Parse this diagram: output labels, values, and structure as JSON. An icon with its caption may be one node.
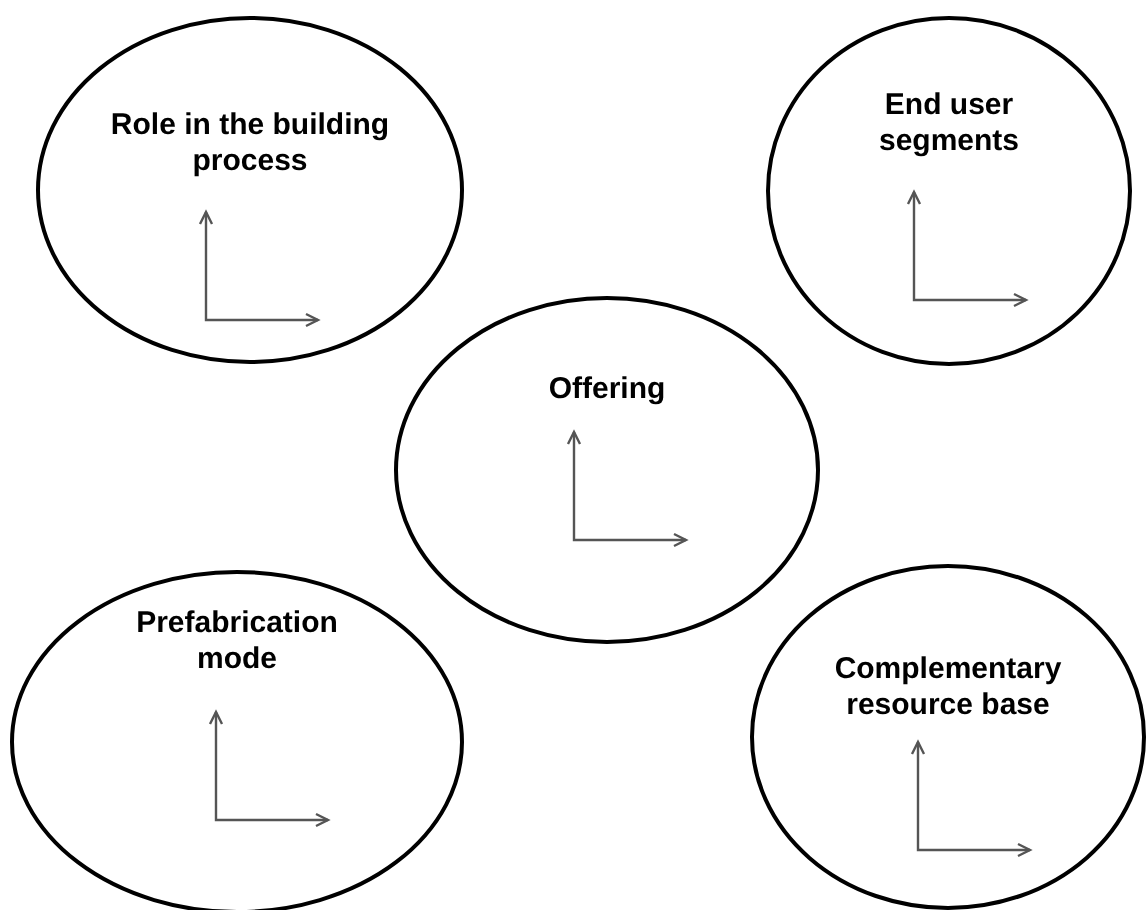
{
  "diagram": {
    "nodes": [
      {
        "text": [
          "Role in the building process"
        ]
      },
      {
        "text": [
          "End user segments"
        ]
      },
      {
        "text": [
          "Offering"
        ]
      },
      {
        "text": [
          "Prefabrication mode"
        ]
      },
      {
        "text": [
          "Complementary resource base"
        ]
      }
    ]
  }
}
